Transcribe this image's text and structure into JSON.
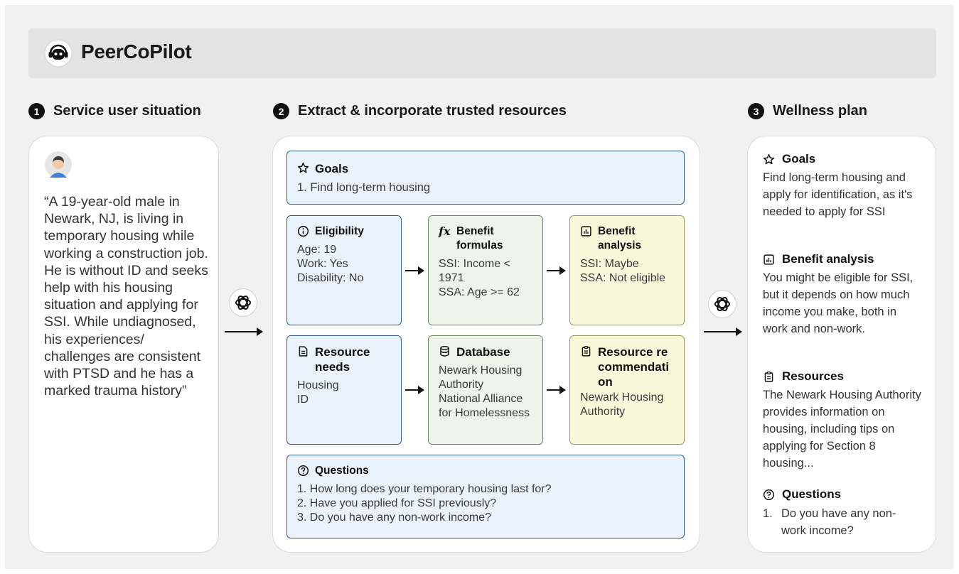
{
  "header": {
    "app_name": "PeerCoPilot",
    "logo_icon": "robot-headset-icon"
  },
  "steps": [
    {
      "number": "1",
      "title": "Service user situation"
    },
    {
      "number": "2",
      "title": "Extract & incorporate trusted resources"
    },
    {
      "number": "3",
      "title": "Wellness plan"
    }
  ],
  "situation": {
    "avatar_icon": "user-avatar-icon",
    "quote": "“A 19-year-old male in Newark, NJ, is living in temporary housing while working a construction job. He is without ID and seeks help with his housing situation and applying for SSI. While undiagnosed, his experiences/ challenges are consistent with PTSD and he has a marked trauma history”"
  },
  "resources": {
    "goals": {
      "icon": "star-icon",
      "title": "Goals",
      "items": [
        "1. Find long-term housing"
      ]
    },
    "eligibility": {
      "icon": "info-icon",
      "title": "Eligibility",
      "lines": [
        "Age: 19",
        "Work: Yes",
        "Disability: No"
      ]
    },
    "benefit_formulas": {
      "icon": "function-icon",
      "title": "Benefit formulas",
      "lines": [
        "SSI: Income < 1971",
        "SSA: Age >= 62"
      ]
    },
    "benefit_analysis": {
      "icon": "bar-chart-icon",
      "title": "Benefit analysis",
      "lines": [
        "SSI: Maybe",
        "SSA: Not eligible"
      ]
    },
    "resource_needs": {
      "icon": "document-icon",
      "title": "Resource needs",
      "lines": [
        "Housing",
        "ID"
      ]
    },
    "database": {
      "icon": "database-icon",
      "title": "Database",
      "lines": [
        "Newark Housing Authority",
        "National Alliance for Homelessness"
      ]
    },
    "resource_recommendation": {
      "icon": "clipboard-icon",
      "title": "Resource recommendation",
      "lines": [
        "Newark Housing Authority"
      ]
    },
    "questions": {
      "icon": "question-icon",
      "title": "Questions",
      "items": [
        "1. How long does your temporary housing last for?",
        "2. Have you applied for SSI previously?",
        "3. Do you have any non-work income?"
      ]
    }
  },
  "plan": {
    "goals": {
      "icon": "star-icon",
      "title": "Goals",
      "text": "Find long-term housing and apply for identification, as it's needed to apply for SSI"
    },
    "benefit_analysis": {
      "icon": "bar-chart-icon",
      "title": "Benefit analysis",
      "text": "You might be eligible for SSI, but it depends on how much income you make, both in work and non-work."
    },
    "resources": {
      "icon": "clipboard-icon",
      "title": "Resources",
      "text": "The Newark Housing Authority provides information on housing, including tips on applying for Section 8 housing..."
    },
    "questions": {
      "icon": "question-icon",
      "title": "Questions",
      "items": [
        "1.",
        "Do you have any non-work income?"
      ]
    }
  },
  "llm_icon": "openai-logo-icon"
}
